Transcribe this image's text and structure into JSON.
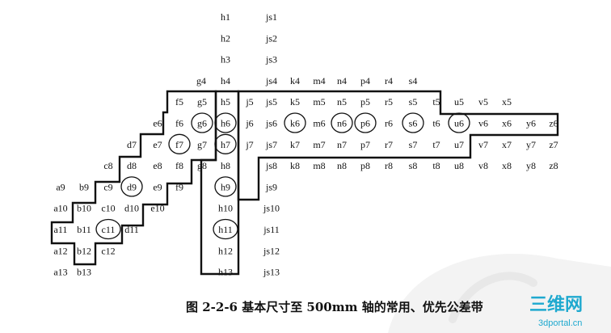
{
  "figure": {
    "caption": "图 2-2-6   基本尺寸至 500mm 轴的常用、优先公差带",
    "colors": {
      "ink": "#111111",
      "watermark": "#1fa9cf",
      "watermark_bg": "#e6e6e6"
    }
  },
  "tolerance_zones": [
    {
      "code": "h1",
      "row": 1
    },
    {
      "code": "js1",
      "row": 1
    },
    {
      "code": "h2",
      "row": 2
    },
    {
      "code": "js2",
      "row": 2
    },
    {
      "code": "h3",
      "row": 3
    },
    {
      "code": "js3",
      "row": 3
    },
    {
      "code": "g4",
      "row": 4
    },
    {
      "code": "h4",
      "row": 4
    },
    {
      "code": "js4",
      "row": 4
    },
    {
      "code": "k4",
      "row": 4
    },
    {
      "code": "m4",
      "row": 4
    },
    {
      "code": "n4",
      "row": 4
    },
    {
      "code": "p4",
      "row": 4
    },
    {
      "code": "r4",
      "row": 4
    },
    {
      "code": "s4",
      "row": 4
    },
    {
      "code": "f5",
      "row": 5
    },
    {
      "code": "g5",
      "row": 5
    },
    {
      "code": "h5",
      "row": 5
    },
    {
      "code": "j5",
      "row": 5
    },
    {
      "code": "js5",
      "row": 5
    },
    {
      "code": "k5",
      "row": 5
    },
    {
      "code": "m5",
      "row": 5
    },
    {
      "code": "n5",
      "row": 5
    },
    {
      "code": "p5",
      "row": 5
    },
    {
      "code": "r5",
      "row": 5
    },
    {
      "code": "s5",
      "row": 5
    },
    {
      "code": "t5",
      "row": 5
    },
    {
      "code": "u5",
      "row": 5
    },
    {
      "code": "v5",
      "row": 5
    },
    {
      "code": "x5",
      "row": 5
    },
    {
      "code": "e6",
      "row": 6
    },
    {
      "code": "f6",
      "row": 6
    },
    {
      "code": "g6",
      "row": 6,
      "preferred": true
    },
    {
      "code": "h6",
      "row": 6,
      "preferred": true
    },
    {
      "code": "j6",
      "row": 6
    },
    {
      "code": "js6",
      "row": 6
    },
    {
      "code": "k6",
      "row": 6,
      "preferred": true
    },
    {
      "code": "m6",
      "row": 6
    },
    {
      "code": "n6",
      "row": 6,
      "preferred": true
    },
    {
      "code": "p6",
      "row": 6,
      "preferred": true
    },
    {
      "code": "r6",
      "row": 6
    },
    {
      "code": "s6",
      "row": 6,
      "preferred": true
    },
    {
      "code": "t6",
      "row": 6
    },
    {
      "code": "u6",
      "row": 6,
      "preferred": true
    },
    {
      "code": "v6",
      "row": 6
    },
    {
      "code": "x6",
      "row": 6
    },
    {
      "code": "y6",
      "row": 6
    },
    {
      "code": "z6",
      "row": 6
    },
    {
      "code": "d7",
      "row": 7
    },
    {
      "code": "e7",
      "row": 7
    },
    {
      "code": "f7",
      "row": 7,
      "preferred": true
    },
    {
      "code": "g7",
      "row": 7
    },
    {
      "code": "h7",
      "row": 7,
      "preferred": true
    },
    {
      "code": "j7",
      "row": 7
    },
    {
      "code": "js7",
      "row": 7
    },
    {
      "code": "k7",
      "row": 7
    },
    {
      "code": "m7",
      "row": 7
    },
    {
      "code": "n7",
      "row": 7
    },
    {
      "code": "p7",
      "row": 7
    },
    {
      "code": "r7",
      "row": 7
    },
    {
      "code": "s7",
      "row": 7
    },
    {
      "code": "t7",
      "row": 7
    },
    {
      "code": "u7",
      "row": 7
    },
    {
      "code": "v7",
      "row": 7
    },
    {
      "code": "x7",
      "row": 7
    },
    {
      "code": "y7",
      "row": 7
    },
    {
      "code": "z7",
      "row": 7
    },
    {
      "code": "c8",
      "row": 8
    },
    {
      "code": "d8",
      "row": 8
    },
    {
      "code": "e8",
      "row": 8
    },
    {
      "code": "f8",
      "row": 8
    },
    {
      "code": "g8",
      "row": 8
    },
    {
      "code": "h8",
      "row": 8
    },
    {
      "code": "js8",
      "row": 8
    },
    {
      "code": "k8",
      "row": 8
    },
    {
      "code": "m8",
      "row": 8
    },
    {
      "code": "n8",
      "row": 8
    },
    {
      "code": "p8",
      "row": 8
    },
    {
      "code": "r8",
      "row": 8
    },
    {
      "code": "s8",
      "row": 8
    },
    {
      "code": "t8",
      "row": 8
    },
    {
      "code": "u8",
      "row": 8
    },
    {
      "code": "v8",
      "row": 8
    },
    {
      "code": "x8",
      "row": 8
    },
    {
      "code": "y8",
      "row": 8
    },
    {
      "code": "z8",
      "row": 8
    },
    {
      "code": "a9",
      "row": 9
    },
    {
      "code": "b9",
      "row": 9
    },
    {
      "code": "c9",
      "row": 9
    },
    {
      "code": "d9",
      "row": 9,
      "preferred": true
    },
    {
      "code": "e9",
      "row": 9
    },
    {
      "code": "f9",
      "row": 9
    },
    {
      "code": "h9",
      "row": 9,
      "preferred": true
    },
    {
      "code": "js9",
      "row": 9
    },
    {
      "code": "a10",
      "row": 10
    },
    {
      "code": "b10",
      "row": 10
    },
    {
      "code": "c10",
      "row": 10
    },
    {
      "code": "d10",
      "row": 10
    },
    {
      "code": "e10",
      "row": 10
    },
    {
      "code": "h10",
      "row": 10
    },
    {
      "code": "js10",
      "row": 10
    },
    {
      "code": "a11",
      "row": 11
    },
    {
      "code": "b11",
      "row": 11
    },
    {
      "code": "c11",
      "row": 11,
      "preferred": true
    },
    {
      "code": "d11",
      "row": 11
    },
    {
      "code": "h11",
      "row": 11,
      "preferred": true
    },
    {
      "code": "js11",
      "row": 11
    },
    {
      "code": "a12",
      "row": 12
    },
    {
      "code": "b12",
      "row": 12
    },
    {
      "code": "c12",
      "row": 12
    },
    {
      "code": "h12",
      "row": 12
    },
    {
      "code": "js12",
      "row": 12
    },
    {
      "code": "a13",
      "row": 13
    },
    {
      "code": "b13",
      "row": 13
    },
    {
      "code": "h13",
      "row": 13
    },
    {
      "code": "js13",
      "row": 13
    }
  ],
  "watermark": {
    "logo": "三维网",
    "url": "3dportal.cn"
  }
}
